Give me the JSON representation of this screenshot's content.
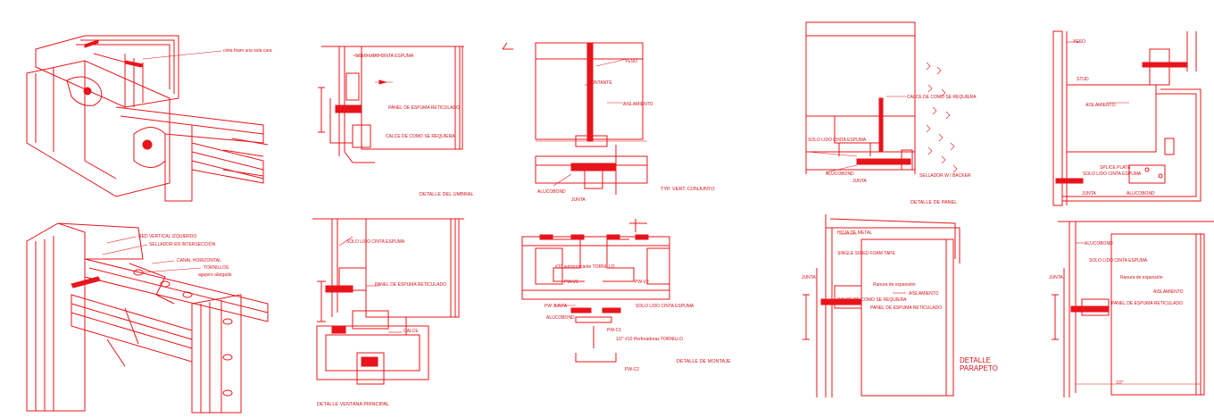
{
  "accent_color": "#e8141b",
  "labels": {
    "iso1_cinta": "cinta foam una sola cara",
    "umbral_sololido": "SOLO LIDO CINTA ESPUMA",
    "umbral_panel": "PANEL DE ESPUMA RETICULADO",
    "umbral_calce": "CALCE DE COMO SE REQUIERA",
    "umbral_title": "DETALLE DEL UMBRAL",
    "vert_yeso": "YESO",
    "vert_montante": "MONTANTE",
    "vert_aislamiento": "AISLAMIENTO",
    "vert_alucobond": "ALUCOBOND",
    "vert_junta": "JUNTA",
    "vert_title": "TYP. VERT. CONJUNTO",
    "panel_calce": "CALCE DE COMO SE REQUIERA",
    "panel_sololido": "SOLO LIDO CINTA ESPUMA",
    "panel_alucobond": "ALUCOBOND",
    "panel_junta": "JUNTA",
    "panel_sellador": "SELLADOR W / BACKER",
    "panel_title": "DETALLE DE PANEL",
    "r1_yeso": "YESO",
    "r1_stud": "STUD",
    "r1_aislamiento": "AISLAMIENTO",
    "r1_splice": "SPLICE PLATE",
    "r1_sololido": "SOLO LIDO CINTA ESPUMA",
    "r1_junta": "JUNTA",
    "r1_alucobond": "ALUCOBOND",
    "iso2_red": "RED VERTICAL IZQUIERDO",
    "iso2_sellador": "SELLADOR EN INTERSECCIÓN",
    "iso2_canal": "CANAL HORIZONTAL",
    "iso2_tornillos": "TORNILLOS",
    "iso2_agujero": "agujero alargado",
    "vent_sololido": "SOLO LIDO CINTA ESPUMA",
    "vent_panel": "PANEL DE ESPUMA RETICULADO",
    "vent_calce": "CALCE",
    "vent_title": "DETALLE VENTANA PRINCIPAL",
    "mont_tornillo1": "#10 autorroscante TORNILLO",
    "mont_pw1": "PW-V1",
    "mont_pw2": "PW-V2",
    "mont_pwjunta": "PW JUNTA",
    "mont_alucobond": "ALUCOBOND",
    "mont_sololido": "SOLO LIDO CINTA ESPUMA",
    "mont_pwc1": "PW-C1",
    "mont_tornillo2": "1/2\" #10 Perforadoras TORNILLO",
    "mont_pwc2": "PW-C2",
    "mont_title": "DETALLE DE MONTAJE",
    "par_hoja": "HOJA DE METAL",
    "par_single": "SINGLE SIDED FOAM TAPE",
    "par_junta": "JUNTA",
    "par_ranura": "Ranura de expansión",
    "par_aislamiento": "AISLAMIENTO",
    "par_calce": "CALCE DE COMO SE REQUIERA",
    "par_panel": "PANEL DE ESPUMA RETICULADO",
    "par_title1": "DETALLE",
    "par_title2": "PARAPETO",
    "r2_alucobond": "ALUCOBOND",
    "r2_sololido": "SOLO LIDO CINTA ESPUMA",
    "r2_junta": "JUNTA",
    "r2_ranura": "Ranura de expansión",
    "r2_aislamiento": "AISLAMIENTO",
    "r2_panel": "PANEL DE ESPUMA RETICULADO",
    "r2_dim": "1/2\""
  }
}
